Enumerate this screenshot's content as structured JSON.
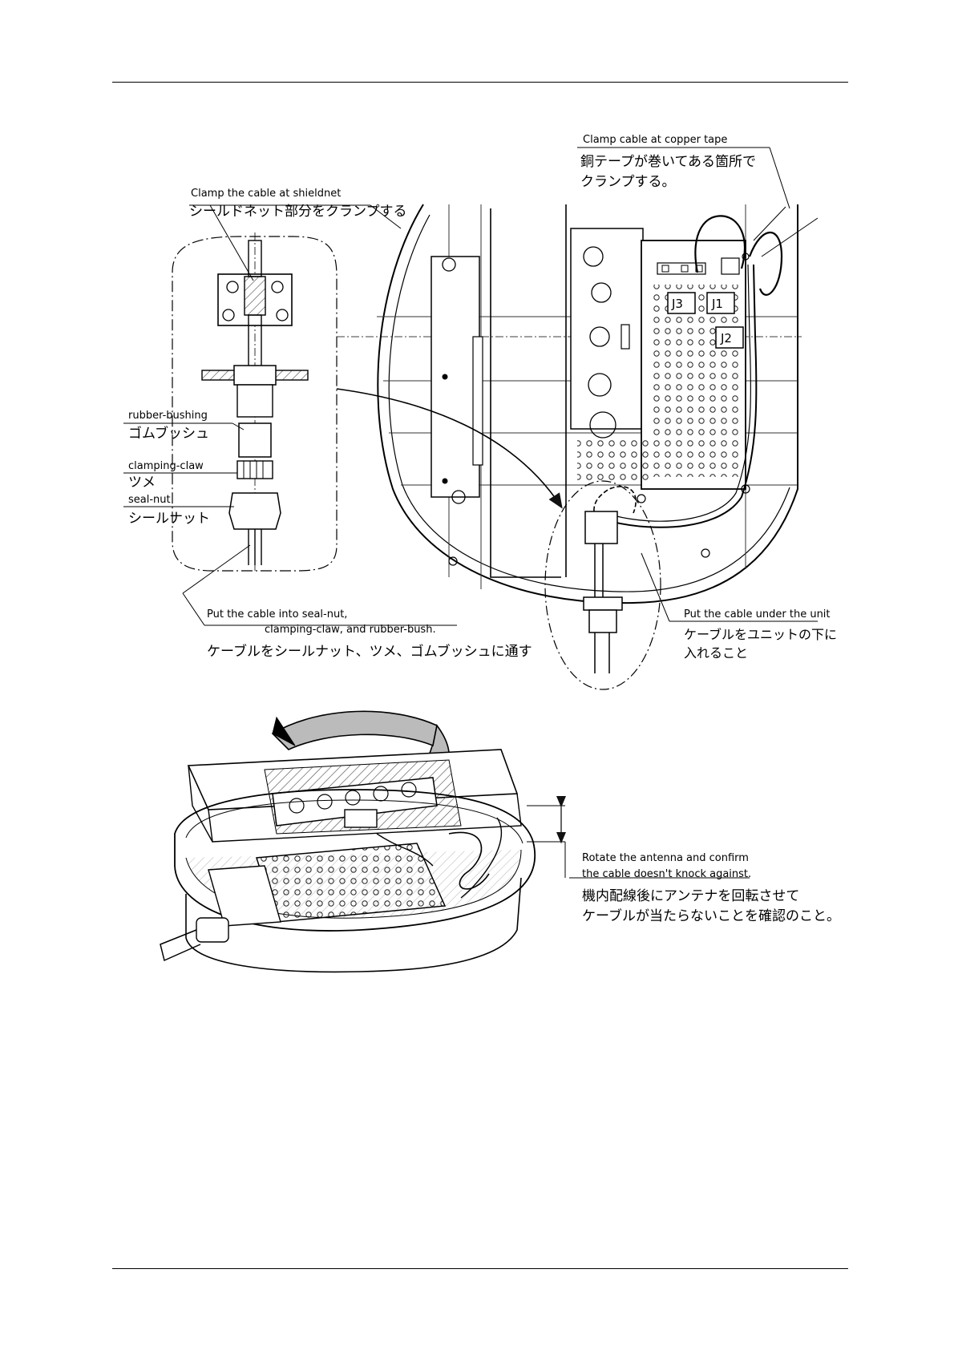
{
  "colors": {
    "ink": "#000000",
    "hatch": "#666666",
    "paper": "#ffffff"
  },
  "labels": {
    "copper_en": "Clamp cable at copper tape",
    "copper_ja_1": "銅テープが巻いてある箇所で",
    "copper_ja_2": "クランプする。",
    "shield_en": "Clamp the cable at shieldnet",
    "shield_ja": "シールドネット部分をクランプする",
    "bushing_en": "rubber-bushing",
    "bushing_ja": "ゴムブッシュ",
    "claw_en": "clamping-claw",
    "claw_ja": "ツメ",
    "seal_en": "seal-nut",
    "seal_ja": "シールナット",
    "put_en_1": "Put the cable into seal-nut,",
    "put_en_2": "clamping-claw, and rubber-bush.",
    "put_ja": "ケーブルをシールナット、ツメ、ゴムブッシュに通す",
    "under_en": "Put the cable under the unit",
    "under_ja_1": "ケーブルをユニットの下に",
    "under_ja_2": "入れること",
    "rotate_en_1": "Rotate the antenna and confirm",
    "rotate_en_2": "the cable doesn't knock against.",
    "rotate_ja_1": "機内配線後にアンテナを回転させて",
    "rotate_ja_2": "ケーブルが当たらないことを確認のこと。"
  },
  "connectors": {
    "j1": "J1",
    "j2": "J2",
    "j3": "J3"
  }
}
